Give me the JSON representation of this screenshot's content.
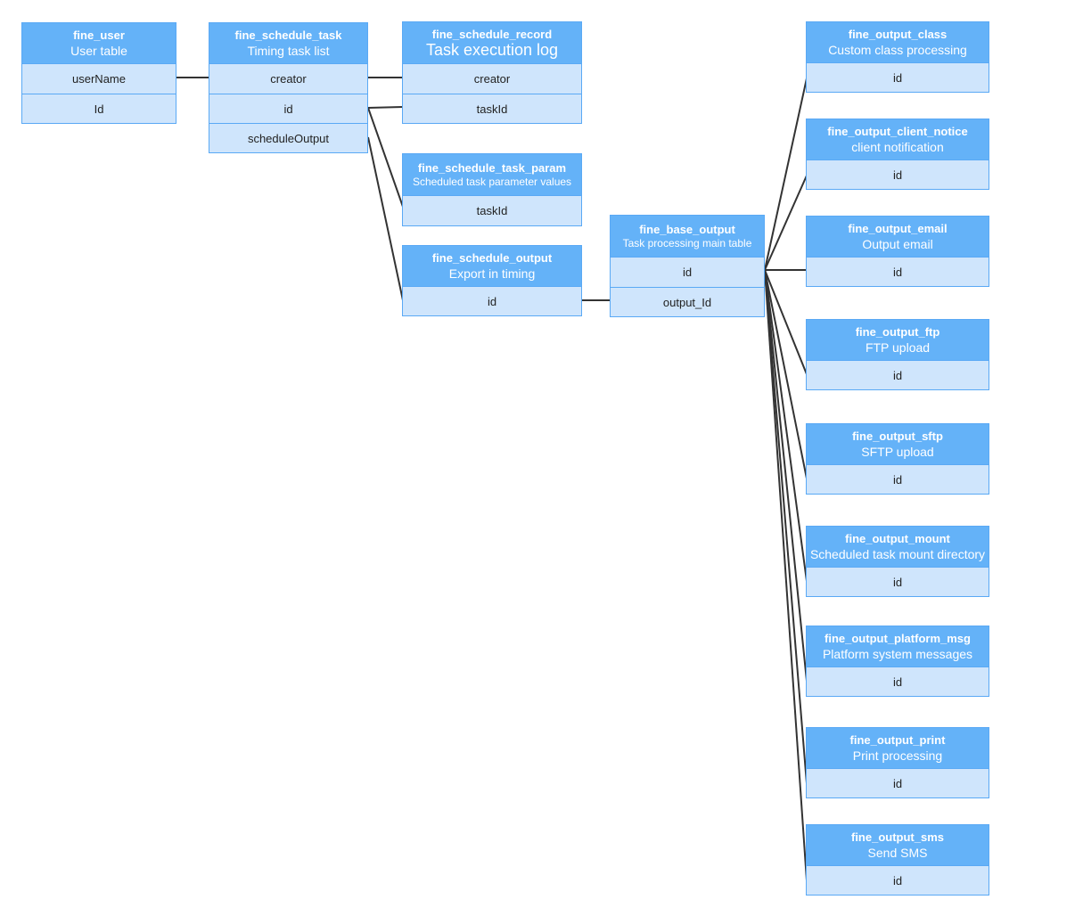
{
  "tables": {
    "fine_user": {
      "name": "fine_user",
      "desc": "User table",
      "fields": [
        "userName",
        "Id"
      ]
    },
    "fine_schedule_task": {
      "name": "fine_schedule_task",
      "desc": "Timing task list",
      "fields": [
        "creator",
        "id",
        "scheduleOutput"
      ]
    },
    "fine_schedule_record": {
      "name": "fine_schedule_record",
      "desc": "Task execution log",
      "fields": [
        "creator",
        "taskId"
      ]
    },
    "fine_schedule_task_param": {
      "name": "fine_schedule_task_param",
      "desc": "Scheduled task parameter values",
      "fields": [
        "taskId"
      ]
    },
    "fine_schedule_output": {
      "name": "fine_schedule_output",
      "desc": "Export in timing",
      "fields": [
        "id"
      ]
    },
    "fine_base_output": {
      "name": "fine_base_output",
      "desc": "Task processing main table",
      "fields": [
        "id",
        "output_Id"
      ]
    },
    "fine_output_class": {
      "name": "fine_output_class",
      "desc": "Custom class processing",
      "fields": [
        "id"
      ]
    },
    "fine_output_client_notice": {
      "name": "fine_output_client_notice",
      "desc": "client notification",
      "fields": [
        "id"
      ]
    },
    "fine_output_email": {
      "name": "fine_output_email",
      "desc": "Output email",
      "fields": [
        "id"
      ]
    },
    "fine_output_ftp": {
      "name": "fine_output_ftp",
      "desc": "FTP upload",
      "fields": [
        "id"
      ]
    },
    "fine_output_sftp": {
      "name": "fine_output_sftp",
      "desc": "SFTP upload",
      "fields": [
        "id"
      ]
    },
    "fine_output_mount": {
      "name": "fine_output_mount",
      "desc": "Scheduled task mount directory",
      "fields": [
        "id"
      ]
    },
    "fine_output_platform_msg": {
      "name": "fine_output_platform_msg",
      "desc": "Platform system messages",
      "fields": [
        "id"
      ]
    },
    "fine_output_print": {
      "name": "fine_output_print",
      "desc": "Print processing",
      "fields": [
        "id"
      ]
    },
    "fine_output_sms": {
      "name": "fine_output_sms",
      "desc": "Send  SMS",
      "fields": [
        "id"
      ]
    }
  },
  "colors": {
    "header": "#64b2f8",
    "row": "#cfe5fc",
    "border": "#5aa9f5",
    "connector": "#333333"
  }
}
